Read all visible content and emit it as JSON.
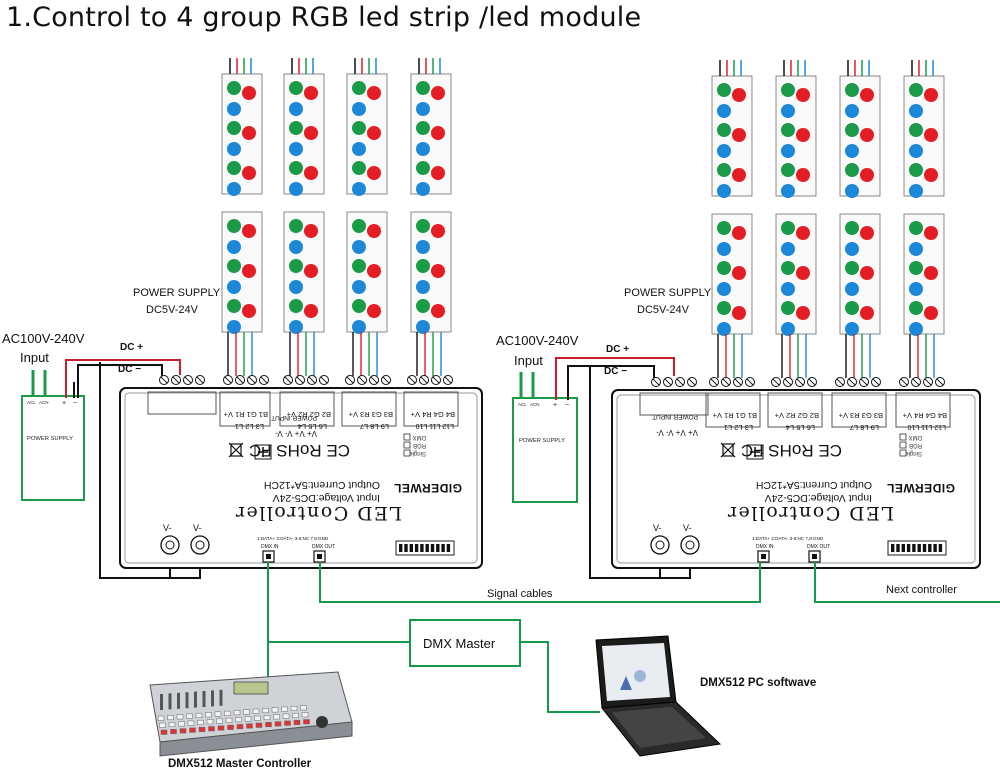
{
  "title": "1.Control to 4 group RGB led strip /led module",
  "colors": {
    "red": "#e31e24",
    "green": "#1a9b47",
    "blue": "#1e88d8",
    "wire_red": "#c8202a",
    "wire_black": "#111111",
    "signal_green": "#159a4a"
  },
  "controllers": [
    {
      "power_supply_label": "POWER SUPPLY",
      "power_supply_range": "DC5V-24V",
      "ac_label": "AC100V-240V",
      "input_label": "Input",
      "dc_plus": "DC +",
      "dc_minus": "DC −",
      "psu_box_label": "POWER SUPPLY",
      "psu_terminals": [
        "ACL",
        "ACN",
        "+",
        "−"
      ],
      "power_input_label": "POWER INPUT",
      "power_terminals": "V+ V+ V- V-",
      "channel_terminals": [
        "B1 G1 R1 V+",
        "B2 G2 R2 V+",
        "B3 G3 R3 V+",
        "B4 G4 R4 V+"
      ],
      "channel_lights": [
        "L3 L2 L1",
        "L6 L5 L4",
        "L9 L8 L7",
        "L12 L11 L10"
      ],
      "certs": "CE RoHS FC",
      "mode_options": [
        "DMX",
        "RGB",
        "Single"
      ],
      "brand": "GIDERWEL",
      "output_current": "Output Current:5A*12CH",
      "input_voltage": "Input Voltage:DC5-24V",
      "product_name": "LED Controller",
      "vminus": [
        "V-",
        "V-"
      ],
      "pinout": "1:DATA+  2:DATA-  3-6:NC  7,8:GND",
      "dmx_in": "DMX IN",
      "dmx_out": "DMX OUT"
    },
    {
      "power_supply_label": "POWER SUPPLY",
      "power_supply_range": "DC5V-24V",
      "ac_label": "AC100V-240V",
      "input_label": "Input",
      "dc_plus": "DC +",
      "dc_minus": "DC −",
      "psu_box_label": "POWER SUPPLY",
      "psu_terminals": [
        "ACL",
        "ACN",
        "+",
        "−"
      ],
      "power_input_label": "POWER INPUT",
      "power_terminals": "V+ V+ V- V-",
      "channel_terminals": [
        "B1 G1 R1 V+",
        "B2 G2 R2 V+",
        "B3 G3 R3 V+",
        "B4 G4 R4 V+"
      ],
      "channel_lights": [
        "L3 L2 L1",
        "L6 L5 L4",
        "L9 L8 L7",
        "L12 L11 L10"
      ],
      "certs": "CE RoHS FC",
      "mode_options": [
        "DMX",
        "RGB",
        "Single"
      ],
      "brand": "GIDERWEL",
      "output_current": "Output Current:5A*12CH",
      "input_voltage": "Input Voltage:DC5-24V",
      "product_name": "LED Controller",
      "vminus": [
        "V-",
        "V-"
      ],
      "pinout": "1:DATA+  2:DATA-  3-6:NC  7,8:GND",
      "dmx_in": "DMX IN",
      "dmx_out": "DMX OUT"
    }
  ],
  "signal_cables_label": "Signal cables",
  "next_controller_label": "Next  controller",
  "dmx_master_label": "DMX Master",
  "pc_software_label": "DMX512  PC  softwave",
  "master_controller_label": "DMX512 Master Controller"
}
